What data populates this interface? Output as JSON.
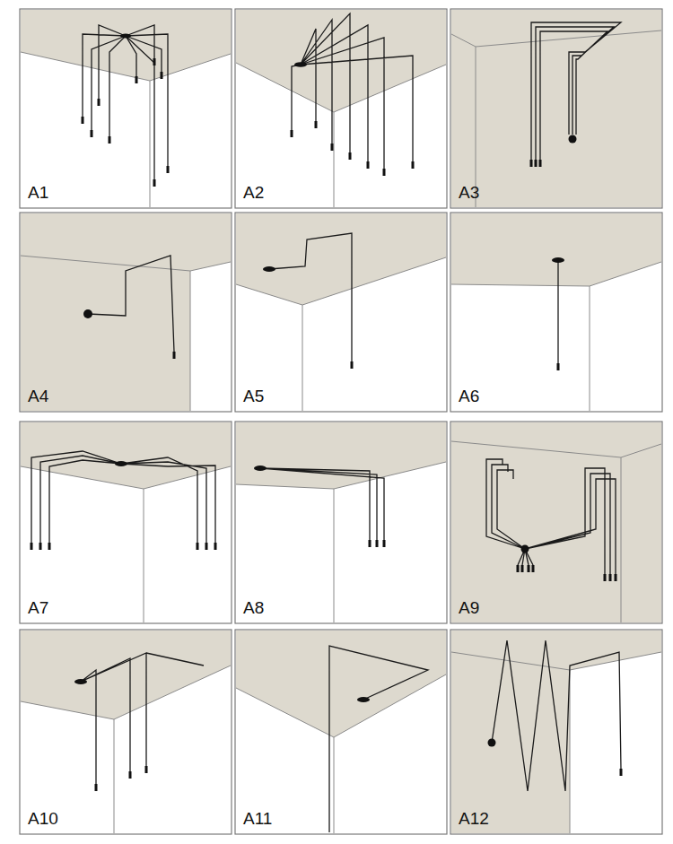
{
  "diagram": {
    "labels": [
      "A1",
      "A2",
      "A3",
      "A4",
      "A5",
      "A6",
      "A7",
      "A8",
      "A9",
      "A10",
      "A11",
      "A12"
    ]
  }
}
